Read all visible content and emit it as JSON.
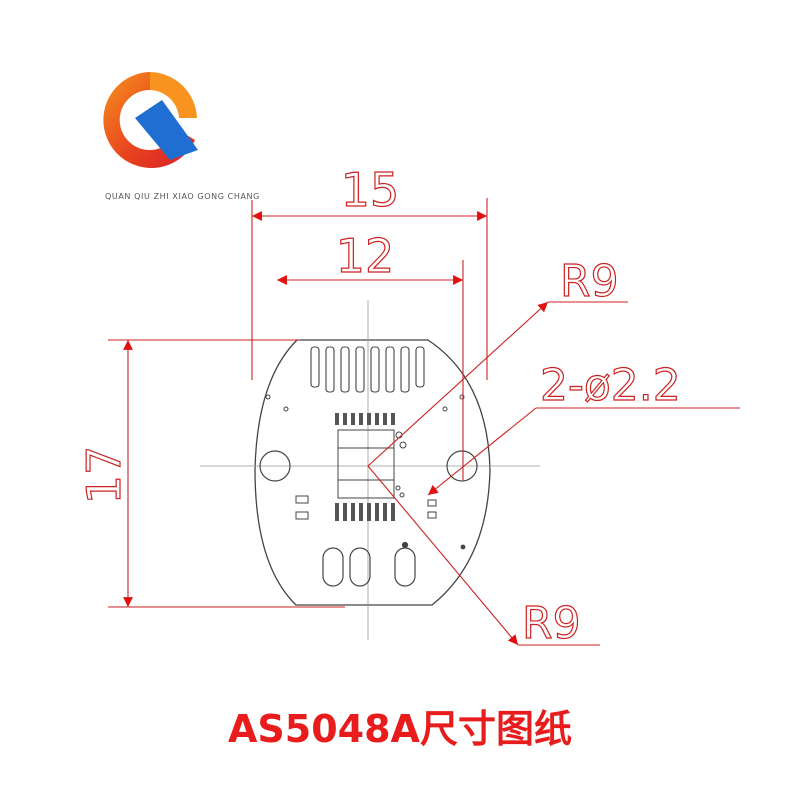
{
  "logo": {
    "letter": "Q",
    "brand_text": "QUAN QIU ZHI XIAO GONG CHANG",
    "colors": {
      "orange": "#f26a1b",
      "red": "#d6202a",
      "blue": "#1e6fd1"
    }
  },
  "drawing": {
    "dim_width_outer": "15",
    "dim_width_inner": "12",
    "dim_height": "17",
    "label_radius_top": "R9",
    "label_holes": "2-ø2.2",
    "label_radius_bottom": "R9",
    "line_color": "#cc2222",
    "board_color": "#444444"
  },
  "caption": "AS5048A尺寸图纸"
}
